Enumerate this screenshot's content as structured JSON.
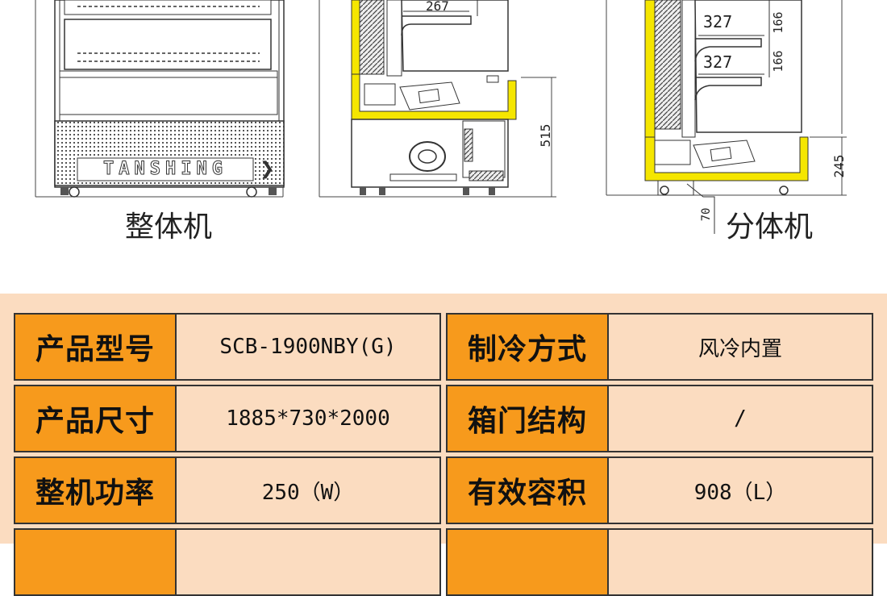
{
  "diagram": {
    "dimensions": {
      "shelf_depth_a": "267",
      "shelf_depth_b": "327",
      "shelf_depth_c": "327",
      "shelf_gap_a": "166",
      "shelf_gap_b": "166",
      "base_height_integrated": "515",
      "base_height_split": "245",
      "foot_height": "70"
    },
    "logo": "TANSHING",
    "captions": {
      "integrated": "整体机",
      "split": "分体机"
    }
  },
  "specs": {
    "rows": [
      {
        "label1": "产品型号",
        "value1": "SCB-1900NBY(G)",
        "label2": "制冷方式",
        "value2": "风冷内置"
      },
      {
        "label1": "产品尺寸",
        "value1": "1885*730*2000",
        "label2": "箱门结构",
        "value2": "/"
      },
      {
        "label1": "整机功率",
        "value1": "250（W）",
        "label2": "有效容积",
        "value2": "908（L）"
      },
      {
        "label1": "",
        "value1": "",
        "label2": "",
        "value2": ""
      }
    ]
  },
  "colors": {
    "label_bg": "#f79a1c",
    "value_bg": "#fbdcc0",
    "accent_yellow": "#f5e600"
  }
}
